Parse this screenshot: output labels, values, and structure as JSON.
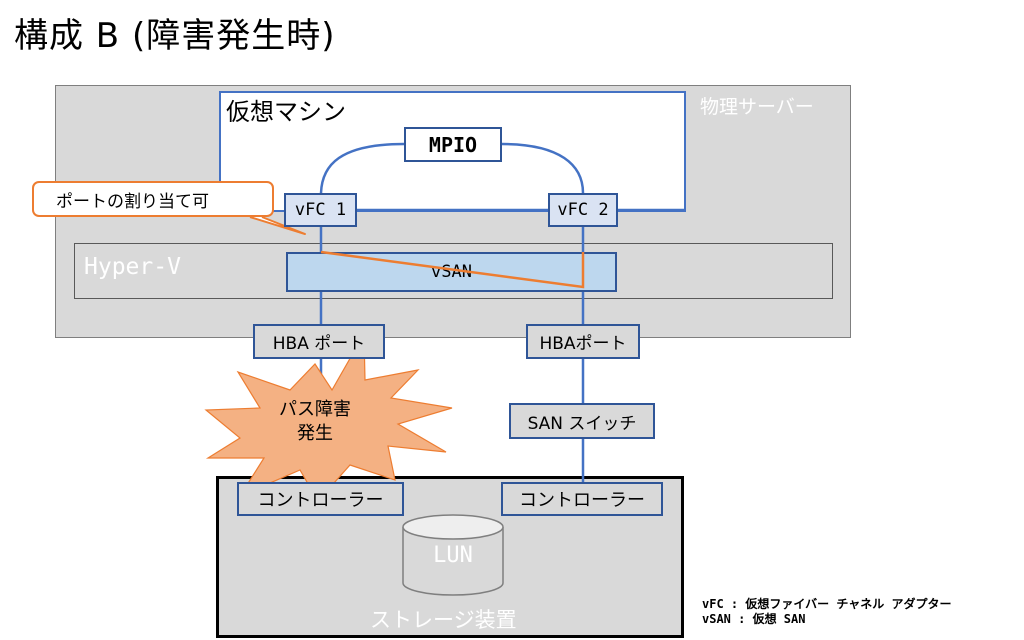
{
  "title": "構成 B (障害発生時)",
  "physical_server": {
    "label": "物理サーバー"
  },
  "virtual_machine": {
    "label": "仮想マシン",
    "mpio": "MPIO",
    "vfc1": "vFC 1",
    "vfc2": "vFC 2"
  },
  "hyperv": {
    "label": "Hyper-V",
    "vsan": "vSAN"
  },
  "hba": {
    "port1": "HBA ポート",
    "port2": "HBAポート"
  },
  "san_switch": "SAN スイッチ",
  "storage": {
    "label": "ストレージ装置",
    "controller1": "コントローラー",
    "controller2": "コントローラー",
    "lun": "LUN"
  },
  "callout": "ポートの割り当て可",
  "failure": {
    "line1": "パス障害",
    "line2": "発生"
  },
  "legend": [
    "vFC : 仮想ファイバー チャネル アダプター",
    "vSAN : 仮想 SAN"
  ],
  "colors": {
    "link": "#4472c4",
    "failure": "#f4b183",
    "callout_border": "#ed7d31",
    "reroute": "#ed7d31"
  }
}
